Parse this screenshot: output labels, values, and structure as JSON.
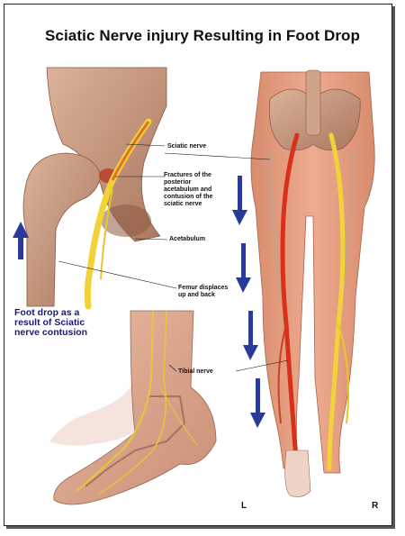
{
  "title": "Sciatic Nerve injury Resulting in Foot Drop",
  "labels": {
    "sciatic_nerve": "Sciatic nerve",
    "fractures_1": "Fractures of the",
    "fractures_2": "posterior",
    "fractures_3": "acetabulum and",
    "fractures_4": "contusion of the",
    "fractures_5": "sciatic nerve",
    "acetabulum": "Acetabulum",
    "femur_1": "Femur displaces",
    "femur_2": "up and back",
    "tibial_nerve": "Tibial nerve"
  },
  "caption": {
    "line1": "Foot drop as a",
    "line2": "result of Sciatic",
    "line3": "nerve contusion"
  },
  "sides": {
    "left": "L",
    "right": "R"
  },
  "colors": {
    "title": "#111111",
    "caption": "#1a1a7a",
    "skin": "#e9a487",
    "bone": "#c9a088",
    "nerve_healthy": "#f2d23a",
    "nerve_injured": "#d9301c",
    "arrow": "#2a3a9a"
  }
}
